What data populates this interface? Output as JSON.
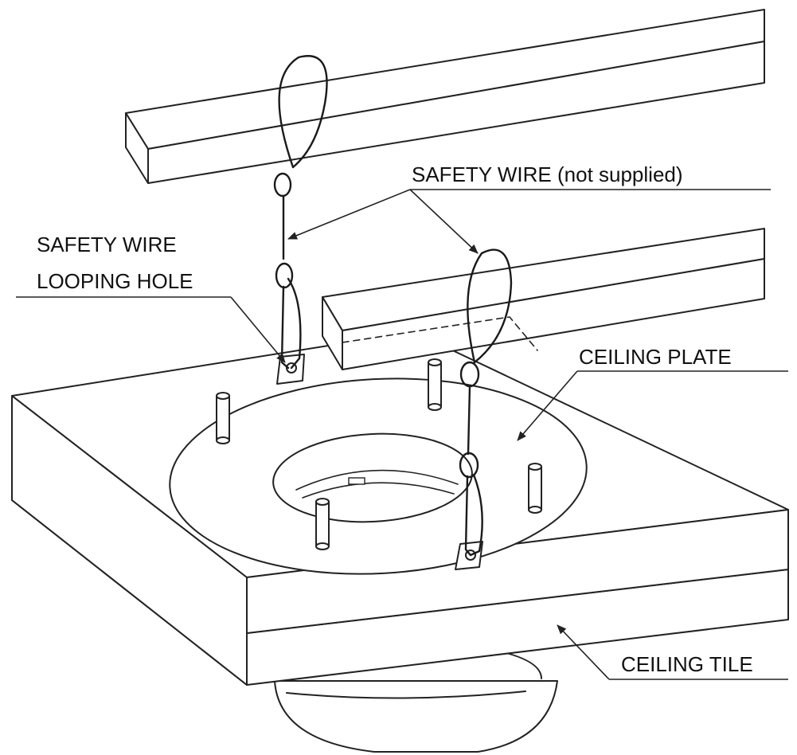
{
  "labels": {
    "safety_wire": "SAFETY WIRE (not supplied)",
    "looping_hole_line1": "SAFETY WIRE",
    "looping_hole_line2": "LOOPING HOLE",
    "ceiling_plate": "CEILING PLATE",
    "ceiling_tile": "CEILING TILE"
  }
}
